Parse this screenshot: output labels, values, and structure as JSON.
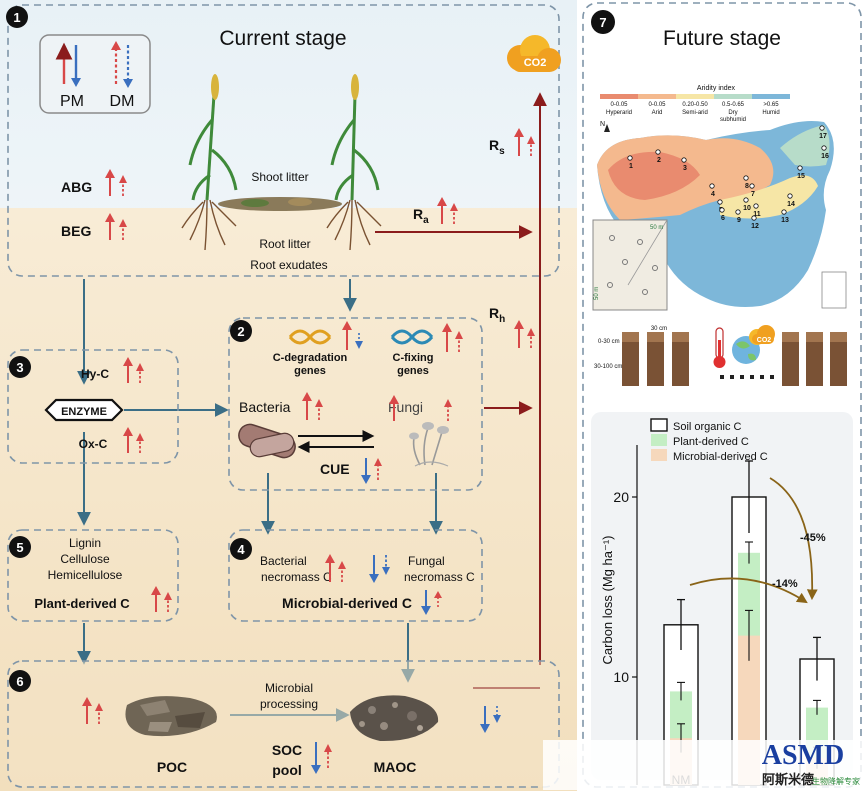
{
  "current_stage": {
    "panel_number": "1",
    "title": "Current stage",
    "legend": {
      "pm": "PM",
      "dm": "DM"
    },
    "abg": "ABG",
    "beg": "BEG",
    "shoot_litter": "Shoot litter",
    "root_litter": "Root litter",
    "root_exudates": "Root exudates",
    "co2": "CO2",
    "rs": {
      "main": "R",
      "sub": "s"
    },
    "ra": {
      "main": "R",
      "sub": "a"
    },
    "rh": {
      "main": "R",
      "sub": "h"
    }
  },
  "panel2": {
    "number": "2",
    "c_degradation": [
      "C-degradation",
      "genes"
    ],
    "c_fixing": [
      "C-fixing",
      "genes"
    ],
    "bacteria": "Bacteria",
    "fungi": "Fungi",
    "cue": "CUE"
  },
  "panel3": {
    "number": "3",
    "hy_c": "Hy-C",
    "enzyme": "ENZYME",
    "ox_c": "Ox-C"
  },
  "panel4": {
    "number": "4",
    "bacterial": [
      "Bacterial",
      "necromass C"
    ],
    "fungal": [
      "Fungal",
      "necromass C"
    ],
    "title": "Microbial-derived C"
  },
  "panel5": {
    "number": "5",
    "items": [
      "Lignin",
      "Cellulose",
      "Hemicellulose"
    ],
    "title": "Plant-derived C"
  },
  "panel6": {
    "number": "6",
    "microbial_processing": [
      "Microbial",
      "processing"
    ],
    "poc": "POC",
    "maoc": "MAOC",
    "soc_pool": [
      "SOC",
      "pool"
    ]
  },
  "future_stage": {
    "panel_number": "7",
    "title": "Future stage",
    "map": {
      "legend_title": "Aridity index",
      "classes": [
        {
          "range": "0-0.05",
          "name": "Hyperarid",
          "color": "#e98b6f"
        },
        {
          "range": "0-0.05",
          "name": "Arid",
          "color": "#f4b98e"
        },
        {
          "range": "0.20-0.50",
          "name": "Semi-arid",
          "color": "#f6e6a6"
        },
        {
          "range": "0.5-0.65",
          "name": "Dry subhumid",
          "color": "#b7dcc9"
        },
        {
          "range": ">0.65",
          "name": "Humid",
          "color": "#7db7d9"
        }
      ],
      "north": "N",
      "sites": [
        "1",
        "2",
        "3",
        "4",
        "5",
        "6",
        "7",
        "8",
        "9",
        "10",
        "11",
        "12",
        "13",
        "14",
        "15",
        "16",
        "17"
      ],
      "inset_scale": "50 m",
      "inset_axis": "50 m"
    },
    "soil": {
      "depth_top": "0-30 cm",
      "depth_bottom": "30-100 cm",
      "cores_label": "30 cm",
      "co2": "CO2"
    },
    "chart_data": {
      "type": "bar",
      "categories": [
        "NM",
        "",
        ""
      ],
      "series": [
        {
          "name": "Soil organic C",
          "values": [
            12.9,
            20.0,
            11.0
          ],
          "errors": [
            1.4,
            2.0,
            1.2
          ],
          "color": "#ffffff"
        },
        {
          "name": "Plant-derived C",
          "values": [
            9.2,
            16.9,
            8.3
          ],
          "errors": [
            0.5,
            0.6,
            0.4
          ],
          "color": "#c4eec4"
        },
        {
          "name": "Microbial-derived C",
          "values": [
            6.6,
            12.3,
            5.5
          ],
          "errors": [
            0.8,
            1.4,
            0.6
          ],
          "color": "#f6d8bc"
        }
      ],
      "ylabel": "Carbon loss (Mg ha⁻¹)",
      "yticks": [
        10,
        20
      ],
      "ylim": [
        4,
        24
      ],
      "annotations": [
        "-45%",
        "-14%"
      ]
    }
  },
  "watermark": {
    "logo": "ASMD",
    "text": "阿斯米德",
    "tagline": "生物降解专家"
  }
}
